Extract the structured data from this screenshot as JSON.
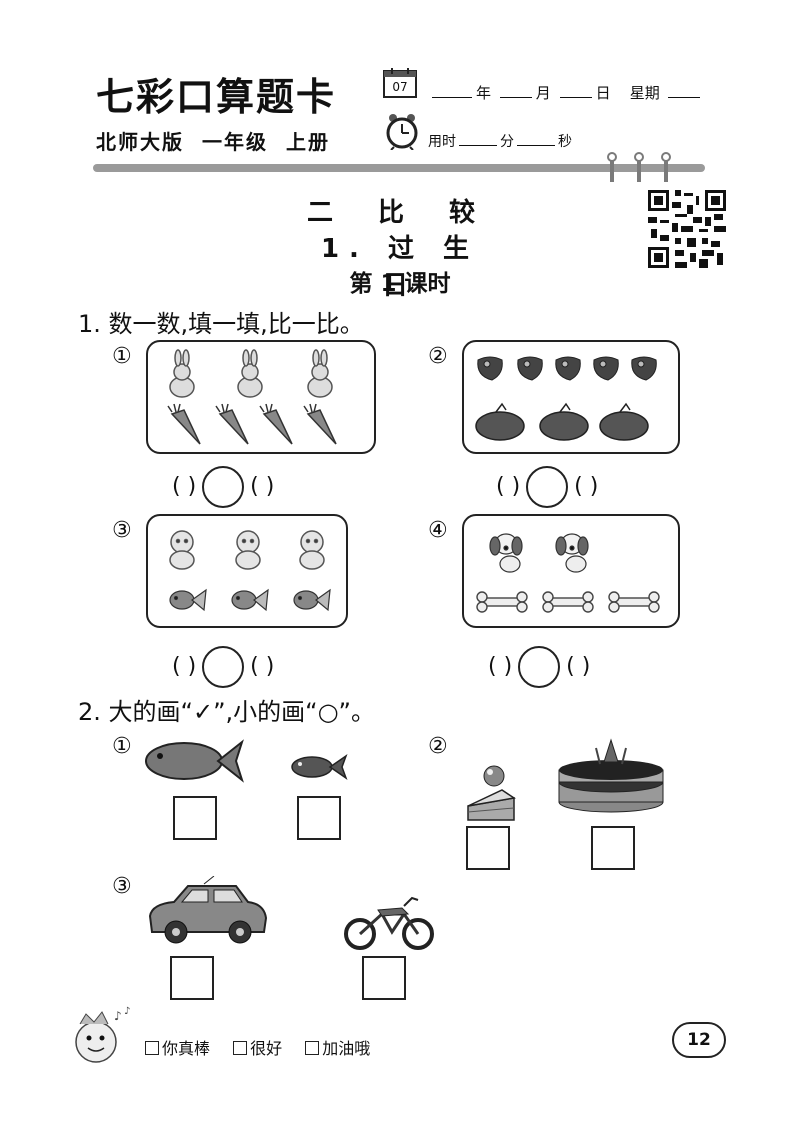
{
  "header": {
    "brand": "七彩口算题卡",
    "calendar_day": "07",
    "date_year": "年",
    "date_month": "月",
    "date_day": "日",
    "date_week": "星期",
    "edition_publisher": "北师大版",
    "edition_grade": "一年级",
    "edition_volume": "上册",
    "time_label": "用时",
    "time_min": "分",
    "time_sec": "秒"
  },
  "titles": {
    "unit": "二 比 较",
    "lesson": "1. 过 生 日",
    "period": "第 1 课时"
  },
  "question1": {
    "prompt": "1. 数一数,填一填,比一比。",
    "items": [
      {
        "marker": "①",
        "top": "rabbit-icon",
        "bottom": "carrot-icon"
      },
      {
        "marker": "②",
        "top": "pepper-icon",
        "bottom": "eggplant-icon"
      },
      {
        "marker": "③",
        "top": "puppy-icon",
        "bottom": "goldfish-icon"
      },
      {
        "marker": "④",
        "top": "dog-icon",
        "bottom": "bone-icon"
      }
    ],
    "compare_left": "(   )",
    "compare_right": "(   )"
  },
  "question2": {
    "prompt": "2. 大的画“✓”,小的画“○”。",
    "items": [
      {
        "marker": "①",
        "pictures": [
          "big-fish-icon",
          "small-fish-icon"
        ]
      },
      {
        "marker": "②",
        "pictures": [
          "cake-slice-icon",
          "big-cake-icon"
        ]
      },
      {
        "marker": "③",
        "pictures": [
          "car-icon",
          "motorcycle-icon"
        ]
      }
    ]
  },
  "footer": {
    "options": [
      "你真棒",
      "很好",
      "加油哦"
    ],
    "page_number": "12"
  }
}
